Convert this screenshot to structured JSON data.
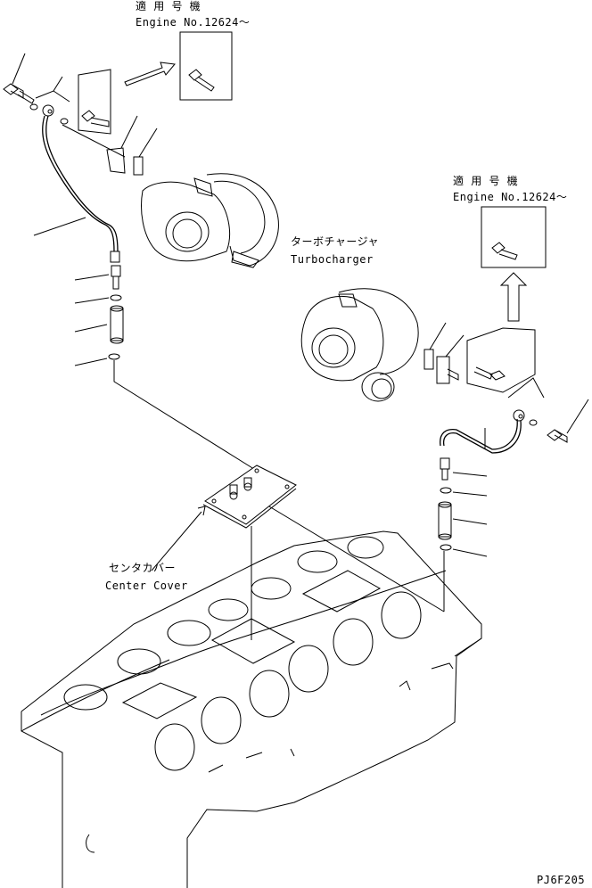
{
  "callouts": {
    "left_engine_ja": "適 用 号 機",
    "left_engine_en": "Engine No.12624〜",
    "right_engine_ja": "適 用 号 機",
    "right_engine_en": "Engine No.12624〜",
    "turbo_ja": "ターボチャージャ",
    "turbo_en": "Turbocharger",
    "cover_ja": "センタカバー",
    "cover_en": "Center Cover"
  },
  "figure_code": "PJ6F205"
}
